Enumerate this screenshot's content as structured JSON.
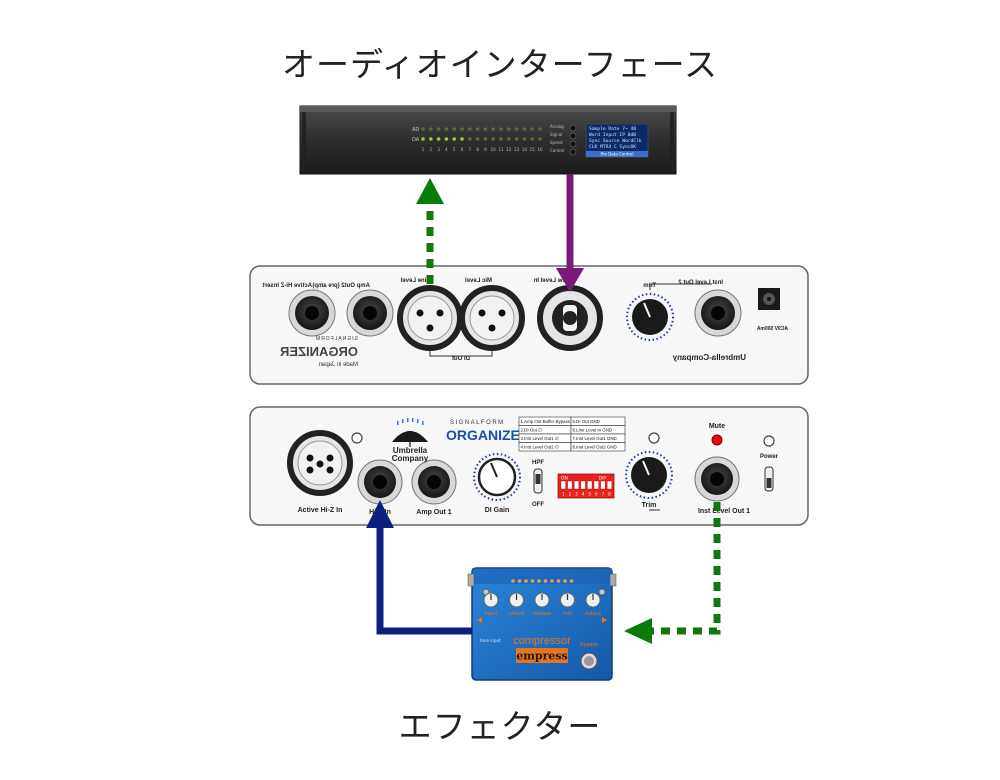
{
  "titles": {
    "top": "オーディオインターフェース",
    "bottom": "エフェクター"
  },
  "rack": {
    "row_labels": [
      "AD",
      "DA"
    ],
    "channel_numbers": [
      "1",
      "2",
      "3",
      "4",
      "5",
      "6",
      "7",
      "8",
      "9",
      "10",
      "11",
      "12",
      "13",
      "14",
      "15",
      "16"
    ],
    "lit_channels": 6,
    "side_labels": [
      "Analog",
      "Signal",
      "Speed",
      "Control"
    ],
    "display_lines": [
      "Sample Rate 7~ 48",
      "Word Input  IP 0dB",
      "Sync Source WordClk",
      "CLK MTR4  C SyncOK"
    ],
    "display_footer": "Pro Data Control"
  },
  "back_panel": {
    "labels": {
      "active_hiz_insert": "Active Hi-Z Insert",
      "amp_out2": "Amp Out2 (pre amp)",
      "line_level": "Line Level",
      "mic_level": "Mic Level",
      "line_level_in": "Line Level In",
      "trim": "Trim",
      "inst_level_out2": "Inst Level Out 2",
      "dc_spec": "AC9V 500mA",
      "di_out": "DI Out",
      "brand": "ORGANIZER",
      "brand_small": "SIGNALFORM",
      "made_in": "Made in Japan",
      "company": "Umbrella-Company"
    }
  },
  "front_panel": {
    "labels": {
      "active_hiz_in": "Active Hi-Z In",
      "hiz_in": "Hi-Z In",
      "amp_out1": "Amp Out 1",
      "di_gain": "DI Gain",
      "hpf": "HPF",
      "off": "OFF",
      "trim": "Trim",
      "inst_level_out1": "Inst Level Out 1",
      "mute": "Mute",
      "power": "Power",
      "brand": "ORGANIZER",
      "brand_small": "SIGNALFORM",
      "logo_line1": "Umbrella",
      "logo_line2": "Company",
      "dip_on": "ON",
      "dip_label": "DIP"
    },
    "dip_numbers": [
      "1",
      "2",
      "3",
      "4",
      "5",
      "6",
      "7",
      "8"
    ],
    "table": [
      [
        "1.Amp Out Buffer Bypass",
        "5.DI Out GND"
      ],
      [
        "2.DI Out ∅",
        "6.Line Level In GND"
      ],
      [
        "3.Inst Level Out1 ∅",
        "7.Inst Level Out1 GND"
      ],
      [
        "4.Inst Level Out2 ∅",
        "8.Inst Level Out2 GND"
      ]
    ]
  },
  "pedal": {
    "name": "compressor",
    "brand": "empress",
    "knobs": [
      "input",
      "attack",
      "release",
      "mix",
      "output"
    ],
    "switch": "bypass",
    "side_label": "tone input"
  },
  "colors": {
    "green_arrow": "#0a7a0a",
    "purple_arrow": "#7a1a7a",
    "navy_arrow": "#0c1f7a",
    "pedal_blue": "#1e73c8",
    "pedal_orange": "#e8741e",
    "led_red": "#e01010",
    "rack_led_green": "#8bd13a"
  }
}
